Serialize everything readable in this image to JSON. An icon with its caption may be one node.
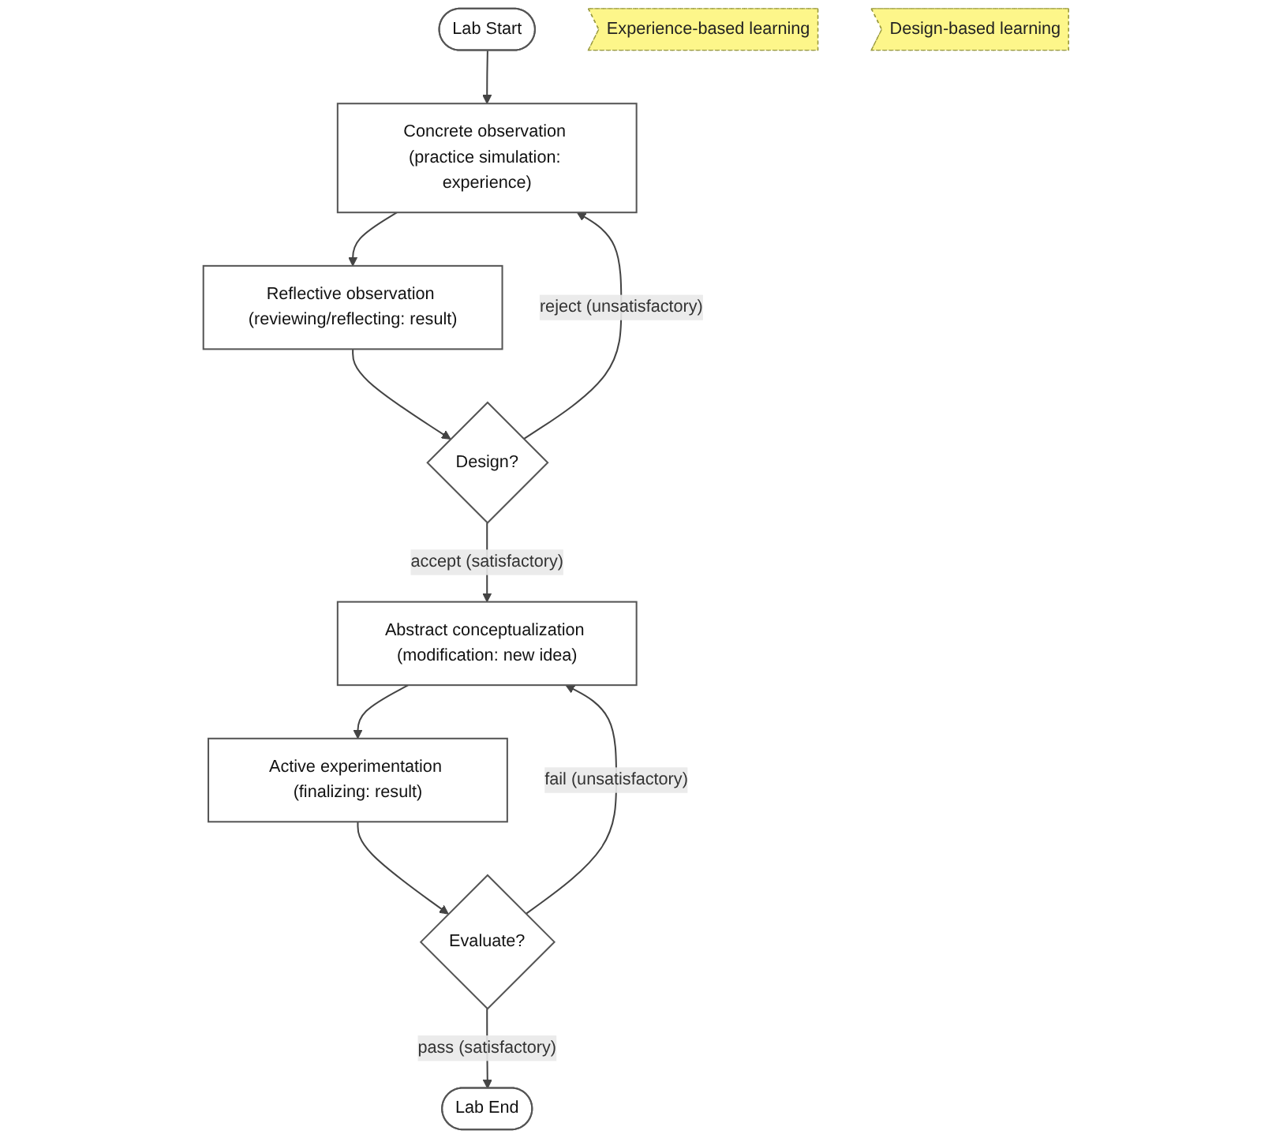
{
  "diagram": {
    "nodes": [
      {
        "text": [
          "Lab Start"
        ]
      },
      {
        "text": [
          "Concrete observation (practice simulation: experience)"
        ]
      },
      {
        "text": [
          "Reflective observation (reviewing/reflecting: result)"
        ]
      },
      {
        "text": [
          "Design?"
        ]
      },
      {
        "text": [
          "Abstract conceptualization (modification: new idea)"
        ]
      },
      {
        "text": [
          "Active experimentation (finalizing: result)"
        ]
      },
      {
        "text": [
          "Evaluate?"
        ]
      },
      {
        "text": [
          "Lab End"
        ]
      },
      {
        "text": [
          "Experience-based learning"
        ]
      },
      {
        "text": [
          "Design-based learning"
        ]
      }
    ],
    "edges": [
      {
        "from": 0,
        "to": 1,
        "arrow": "to"
      },
      {
        "from": 1,
        "to": 2,
        "arrow": "to"
      },
      {
        "from": 2,
        "to": 3,
        "arrow": "to"
      },
      {
        "from": 3,
        "to": 4,
        "arrow": "to",
        "label": "accept (satisfactory)"
      },
      {
        "from": 3,
        "to": 1,
        "arrow": "to",
        "label": "reject (unsatisfactory)"
      },
      {
        "from": 4,
        "to": 5,
        "arrow": "to"
      },
      {
        "from": 5,
        "to": 6,
        "arrow": "to"
      },
      {
        "from": 6,
        "to": 7,
        "arrow": "to",
        "label": "pass (satisfactory)"
      },
      {
        "from": 6,
        "to": 4,
        "arrow": "to",
        "label": "fail (unsatisfactory)"
      }
    ]
  }
}
